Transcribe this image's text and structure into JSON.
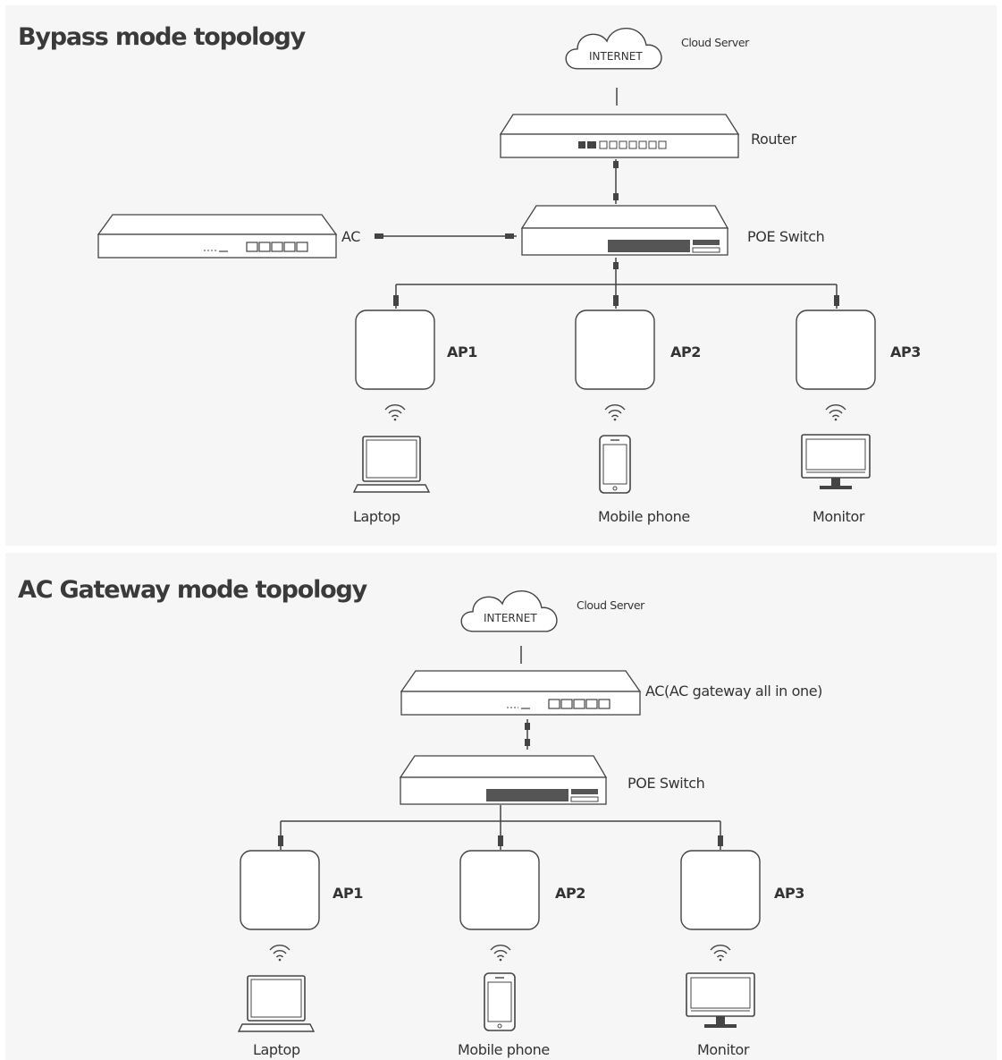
{
  "bypass": {
    "title": "Bypass mode topology",
    "internet": "INTERNET",
    "cloud_server": "Cloud Server",
    "router": "Router",
    "ac": "AC",
    "poe_switch": "POE Switch",
    "aps": [
      "AP1",
      "AP2",
      "AP3"
    ],
    "clients": [
      "Laptop",
      "Mobile phone",
      "Monitor"
    ]
  },
  "gateway": {
    "title": "AC Gateway mode topology",
    "internet": "INTERNET",
    "cloud_server": "Cloud Server",
    "ac": "AC(AC gateway all in one)",
    "poe_switch": "POE Switch",
    "aps": [
      "AP1",
      "AP2",
      "AP3"
    ],
    "clients": [
      "Laptop",
      "Mobile phone",
      "Monitor"
    ]
  },
  "colors": {
    "panel": "#f6f6f7",
    "line": "#444444"
  }
}
